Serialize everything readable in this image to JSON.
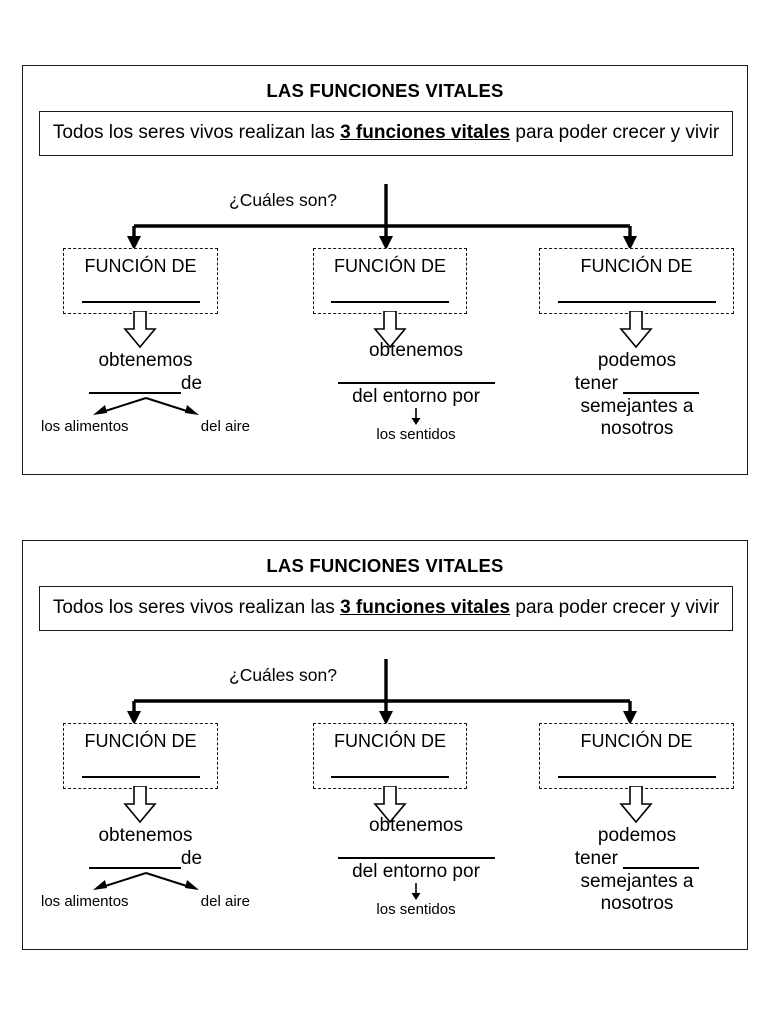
{
  "document": {
    "page_background": "#ffffff",
    "ink_color": "#000000"
  },
  "panels": [
    {
      "title": "LAS FUNCIONES VITALES",
      "intro": {
        "before": "Todos los seres vivos realizan las ",
        "emphasis": "3 funciones vitales",
        "after": " para poder crecer y vivir"
      },
      "question": "¿Cuáles son?",
      "columns": [
        {
          "box_label": "FUNCIÓN DE",
          "box_blank": "__________",
          "lines": [
            "obtenemos",
            "__________ de"
          ],
          "branch_left": "los alimentos",
          "branch_right": "del aire"
        },
        {
          "box_label": "FUNCIÓN DE",
          "box_blank": "__________",
          "lines": [
            "obtenemos",
            "_______________",
            "del entorno por"
          ],
          "sub": "los sentidos"
        },
        {
          "box_label": "FUNCIÓN DE",
          "box_blank": "______________",
          "lines": [
            "podemos",
            "tener _______",
            "semejantes a",
            "nosotros"
          ]
        }
      ]
    },
    {
      "title": "LAS FUNCIONES VITALES",
      "intro": {
        "before": "Todos los seres vivos realizan las ",
        "emphasis": "3 funciones vitales",
        "after": " para poder crecer y vivir"
      },
      "question": "¿Cuáles son?",
      "columns": [
        {
          "box_label": "FUNCIÓN DE",
          "box_blank": "__________",
          "lines": [
            "obtenemos",
            "__________ de"
          ],
          "branch_left": "los alimentos",
          "branch_right": "del aire"
        },
        {
          "box_label": "FUNCIÓN DE",
          "box_blank": "__________",
          "lines": [
            "obtenemos",
            "_______________",
            "del entorno por"
          ],
          "sub": "los sentidos"
        },
        {
          "box_label": "FUNCIÓN DE",
          "box_blank": "______________",
          "lines": [
            "podemos",
            "tener _______",
            "semejantes a",
            "nosotros"
          ]
        }
      ]
    }
  ]
}
